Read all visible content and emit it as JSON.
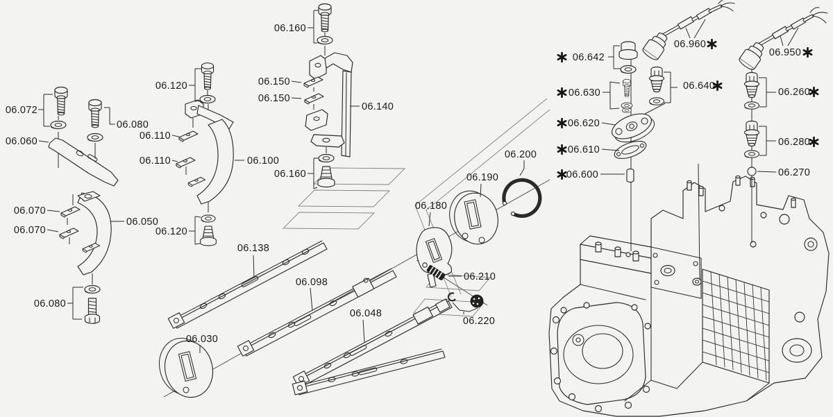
{
  "meta": {
    "background_color": "#f3f3f1",
    "line_color": "#2a2a2a",
    "phantom_line_color": "#828282",
    "text_color": "#1b1b1b",
    "marker_glyph": "✱"
  },
  "callouts": {
    "c072": {
      "label": "06.072",
      "starred": false
    },
    "c080a": {
      "label": "06.080",
      "starred": false
    },
    "c060": {
      "label": "06.060",
      "starred": false
    },
    "c070a": {
      "label": "06.070",
      "starred": false
    },
    "c070b": {
      "label": "06.070",
      "starred": false
    },
    "c050": {
      "label": "06.050",
      "starred": false
    },
    "c080b": {
      "label": "06.080",
      "starred": false
    },
    "c120a": {
      "label": "06.120",
      "starred": false
    },
    "c110a": {
      "label": "06.110",
      "starred": false
    },
    "c110b": {
      "label": "06.110",
      "starred": false
    },
    "c100": {
      "label": "06.100",
      "starred": false
    },
    "c120b": {
      "label": "06.120",
      "starred": false
    },
    "c160a": {
      "label": "06.160",
      "starred": false
    },
    "c150a": {
      "label": "06.150",
      "starred": false
    },
    "c150b": {
      "label": "06.150",
      "starred": false
    },
    "c140": {
      "label": "06.140",
      "starred": false
    },
    "c160b": {
      "label": "06.160",
      "starred": false
    },
    "c138": {
      "label": "06.138",
      "starred": false
    },
    "c098": {
      "label": "06.098",
      "starred": false
    },
    "c048": {
      "label": "06.048",
      "starred": false
    },
    "c030": {
      "label": "06.030",
      "starred": false
    },
    "c200": {
      "label": "06.200",
      "starred": false
    },
    "c190": {
      "label": "06.190",
      "starred": false
    },
    "c180": {
      "label": "06.180",
      "starred": false
    },
    "c210": {
      "label": "06.210",
      "starred": false
    },
    "c220": {
      "label": "06.220",
      "starred": false
    },
    "c642": {
      "label": "06.642",
      "starred": true
    },
    "c630": {
      "label": "06.630",
      "starred": true
    },
    "c620": {
      "label": "06.620",
      "starred": true
    },
    "c610": {
      "label": "06.610",
      "starred": true
    },
    "c600": {
      "label": "06.600",
      "starred": true
    },
    "c960": {
      "label": "06.960",
      "starred": true
    },
    "c950": {
      "label": "06.950",
      "starred": true
    },
    "c640": {
      "label": "06.640",
      "starred": true
    },
    "c260": {
      "label": "06.260",
      "starred": true
    },
    "c280": {
      "label": "06.280",
      "starred": true
    },
    "c270": {
      "label": "06.270",
      "starred": false
    }
  }
}
